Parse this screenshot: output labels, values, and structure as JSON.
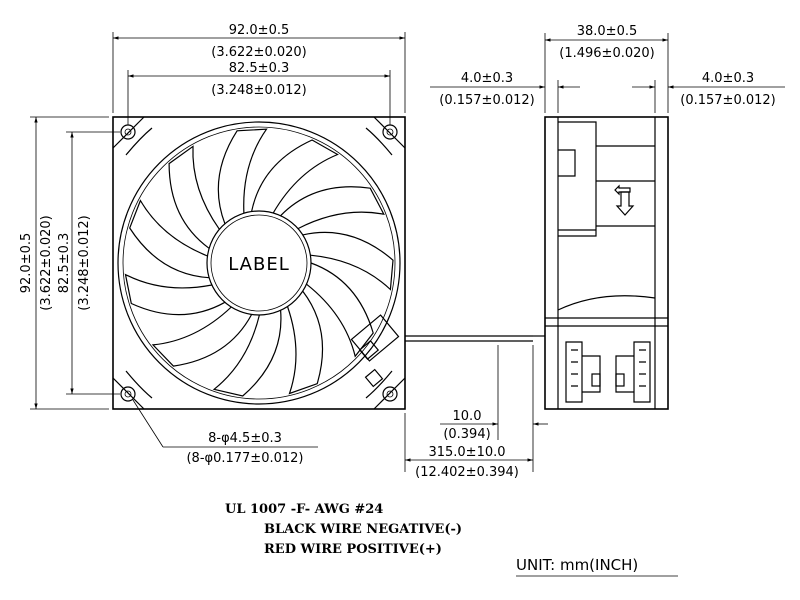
{
  "front_view": {
    "width_total": "92.0±0.5",
    "width_total_inch": "(3.622±0.020)",
    "hole_pitch": "82.5±0.3",
    "hole_pitch_inch": "(3.248±0.012)",
    "height_total": "92.0±0.5",
    "height_total_inch": "(3.622±0.020)",
    "hole_pitch_v": "82.5±0.3",
    "hole_pitch_v_inch": "(3.248±0.012)",
    "hub_label": "LABEL",
    "holes": "8-φ4.5±0.3",
    "holes_inch": "(8-φ0.177±0.012)"
  },
  "side_view": {
    "depth": "38.0±0.5",
    "depth_inch": "(1.496±0.020)",
    "flange_left": "4.0±0.3",
    "flange_left_inch": "(0.157±0.012)",
    "flange_right": "4.0±0.3",
    "flange_right_inch": "(0.157±0.012)"
  },
  "wire": {
    "strip": "10.0",
    "strip_inch": "(0.394)",
    "length": "315.0±10.0",
    "length_inch": "(12.402±0.394)"
  },
  "notes": {
    "line1": "UL 1007 -F- AWG #24",
    "line2": "BLACK WIRE NEGATIVE(-)",
    "line3": "RED WIRE POSITIVE(+)"
  },
  "unit": "UNIT:  mm(INCH)",
  "icons": [
    "mounting-hole-icon",
    "airflow-arrow-icon"
  ]
}
